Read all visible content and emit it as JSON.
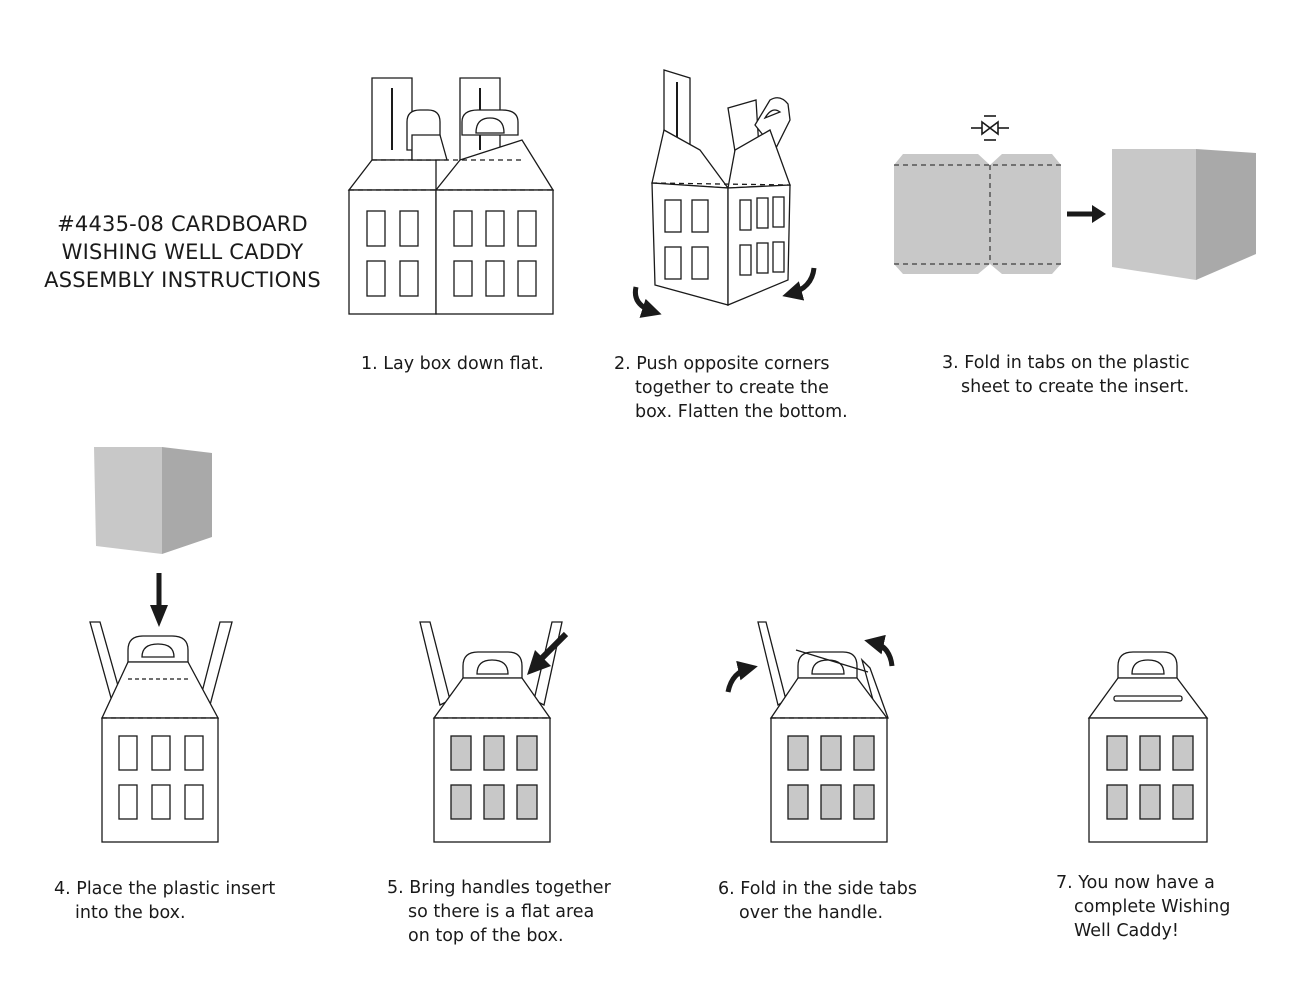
{
  "title_lines": [
    "#4435-08 CARDBOARD",
    "WISHING WELL CADDY",
    "ASSEMBLY INSTRUCTIONS"
  ],
  "steps": [
    {
      "lines": [
        "1. Lay box down flat."
      ]
    },
    {
      "lines": [
        "2. Push opposite corners",
        "together to create the",
        "box. Flatten the bottom."
      ]
    },
    {
      "lines": [
        "3. Fold in tabs on the plastic",
        "sheet to create the insert."
      ]
    },
    {
      "lines": [
        "4. Place the plastic insert",
        "into the box."
      ]
    },
    {
      "lines": [
        "5. Bring handles together",
        "so there is a flat area",
        "on top of the box."
      ]
    },
    {
      "lines": [
        "6. Fold in the side tabs",
        "over the handle."
      ]
    },
    {
      "lines": [
        "7. You now have a",
        "complete Wishing",
        "Well Caddy!"
      ]
    }
  ],
  "colors": {
    "line": "#1a1a1a",
    "insert_light": "#c8c8c8",
    "insert_dark": "#a9a9a9",
    "window_fill": "#c8c8c8"
  },
  "icons": [
    "arrow-icon",
    "compress-icon",
    "curved-arrow-icon"
  ]
}
